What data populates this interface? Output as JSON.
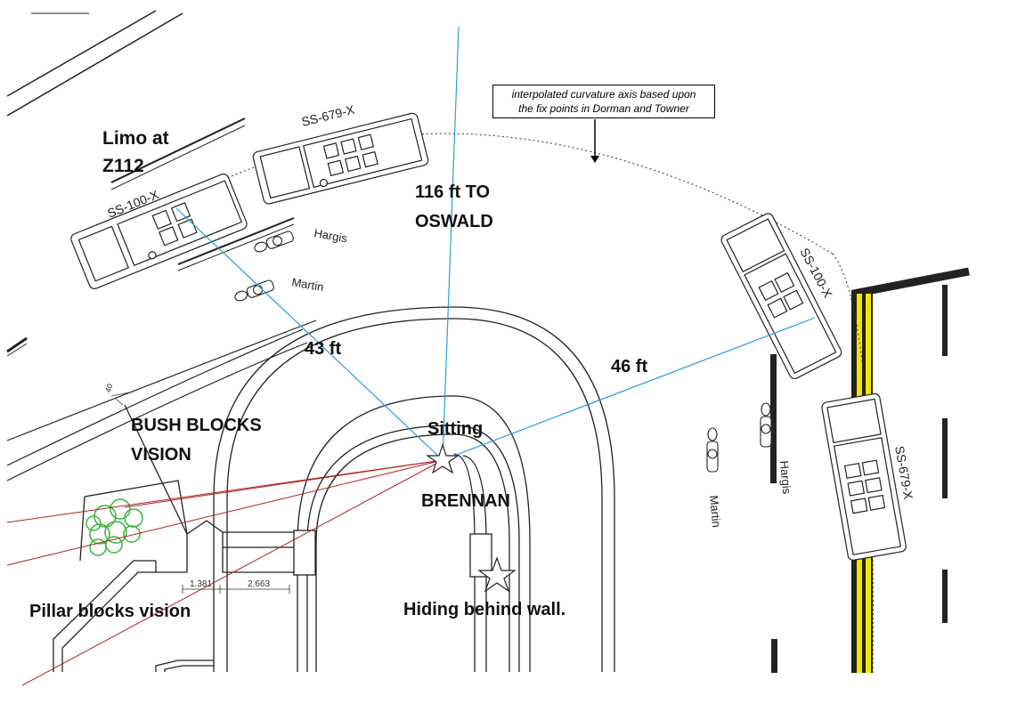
{
  "labels": {
    "limo_at": "Limo at",
    "frame": "Z112",
    "distance_oswald_line1": "116 ft TO",
    "distance_oswald_line2": "OSWALD",
    "distance_43": "43 ft",
    "distance_46": "46 ft",
    "bush_line1": "BUSH BLOCKS",
    "bush_line2": "VISION",
    "sitting": "Sitting",
    "brennan": "BRENNAN",
    "pillar": "Pillar blocks vision",
    "hiding": "Hiding behind wall."
  },
  "note": {
    "line1": "interpolated curvature axis based upon",
    "line2": "the fix points in Dorman and Towner"
  },
  "vehicles": {
    "limo_left": "SS-100-X",
    "follow_left": "SS-679-X",
    "limo_right": "SS-100-X",
    "follow_right": "SS-679-X"
  },
  "riders": {
    "hargis_left": "Hargis",
    "martin_left": "Martin",
    "hargis_right": "Hargis",
    "martin_right": "Martin"
  },
  "dimensions": {
    "dim_40": "40",
    "dim_1381": "1.381",
    "dim_2663": "2.663"
  },
  "colors": {
    "sightline_blue": "#2a9fd6",
    "sightline_red": "#b02020",
    "curb_yellow": "#f2e600",
    "bush_green": "#3cb43c"
  }
}
